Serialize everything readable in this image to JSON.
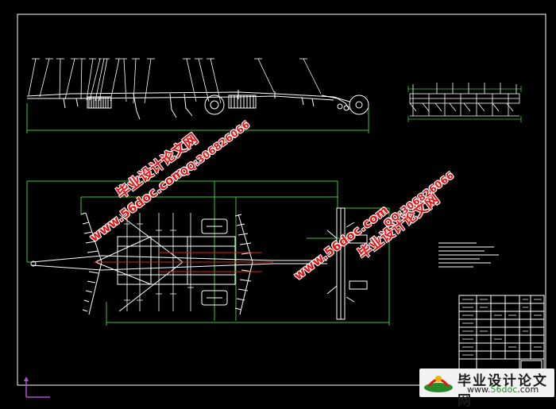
{
  "watermarks": {
    "site_name": "毕业设计论文网",
    "site_url": "www.56doc.com",
    "qq": "QQ:306826066"
  },
  "brand_footer": {
    "name": "毕业设计论文网",
    "url_prefix": "www.",
    "url_mid": "56doc",
    "url_suffix": ".com"
  },
  "colors": {
    "background": "#000000",
    "line_white": "#ffffff",
    "dimension_green": "#39c939",
    "watermark_red": "#e81313",
    "centerline_red": "#d62020"
  }
}
